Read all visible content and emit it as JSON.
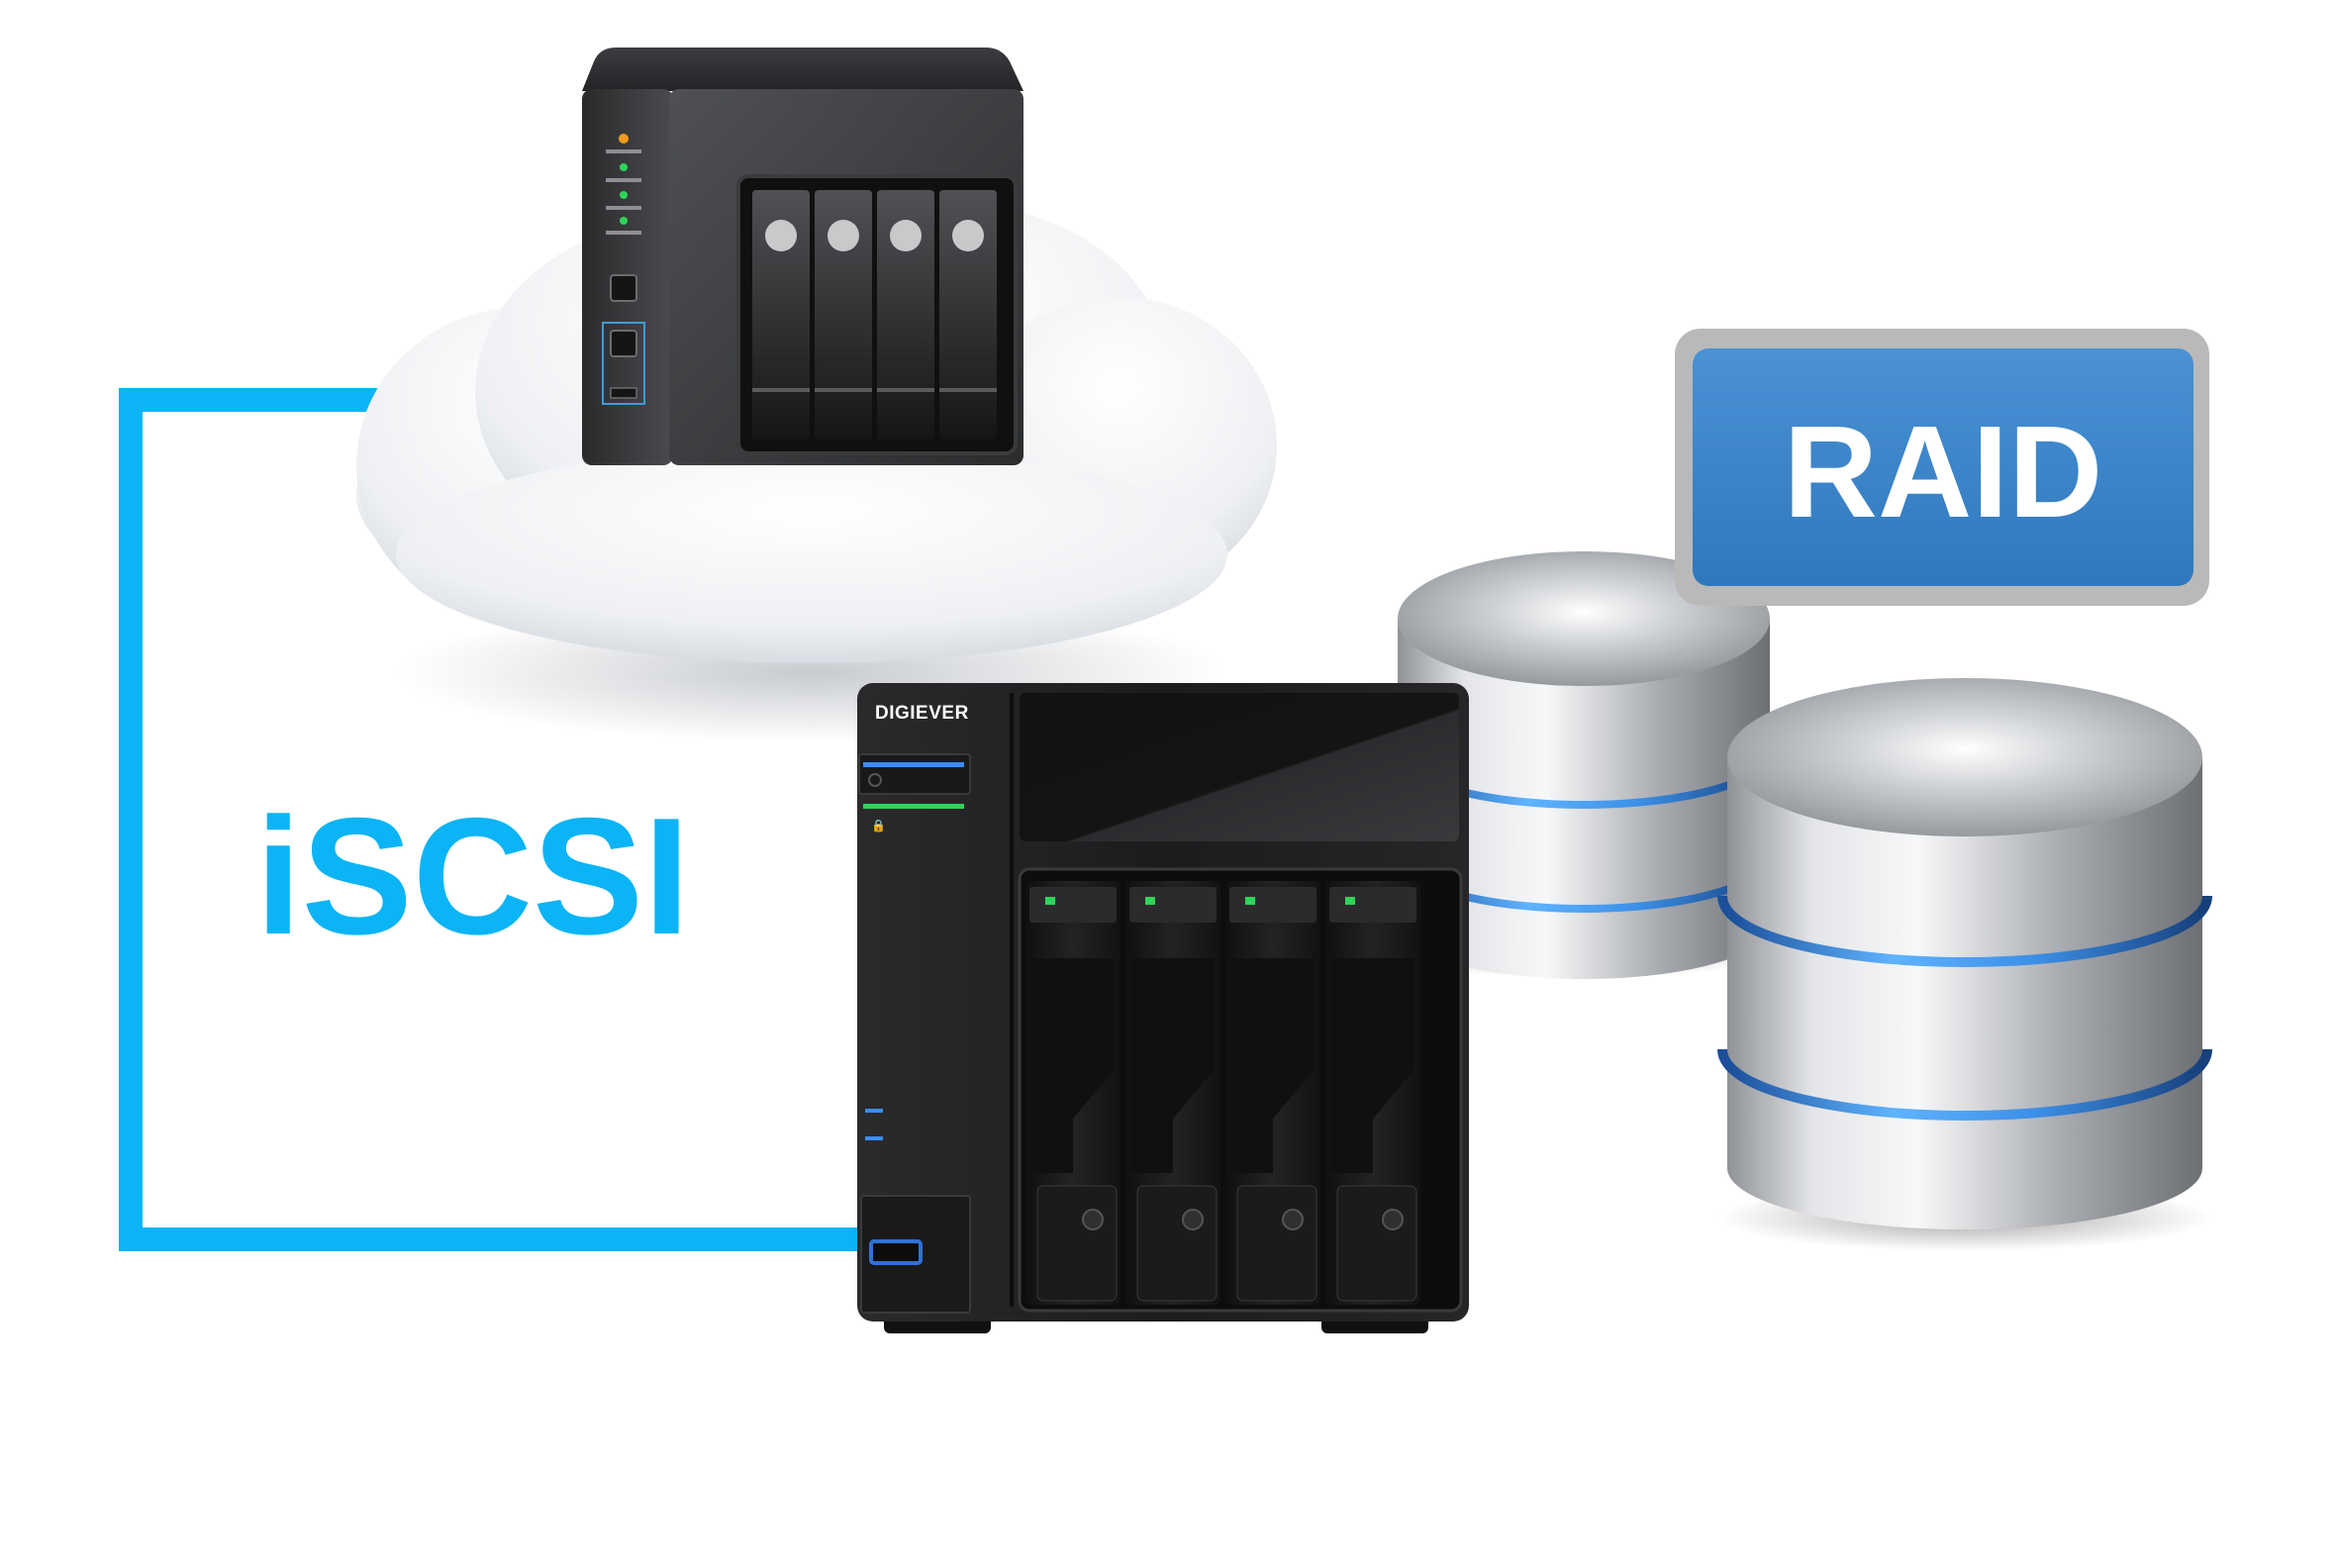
{
  "labels": {
    "protocol": "iSCSI",
    "raid": "RAID",
    "brand": "DIGIEVER"
  },
  "colors": {
    "accent_cyan": "#0bb4f5",
    "raid_badge_blue": "#3d86c9",
    "raid_badge_border": "#b9b9b9",
    "device_body": "#1d1d1f",
    "led_blue": "#3a8dff",
    "led_green": "#2fd35a",
    "led_orange": "#f29a1c"
  },
  "icons": {
    "cloud": "cloud-icon",
    "cloud_nas": "cloud-nas-4bay-icon",
    "nas": "digiever-nas-4bay",
    "db_back": "database-stack-icon",
    "db_front": "database-stack-icon",
    "usb": "usb-port-icon",
    "power": "power-icon"
  },
  "nas_bays": 4,
  "cloud_nas_bays": 4
}
